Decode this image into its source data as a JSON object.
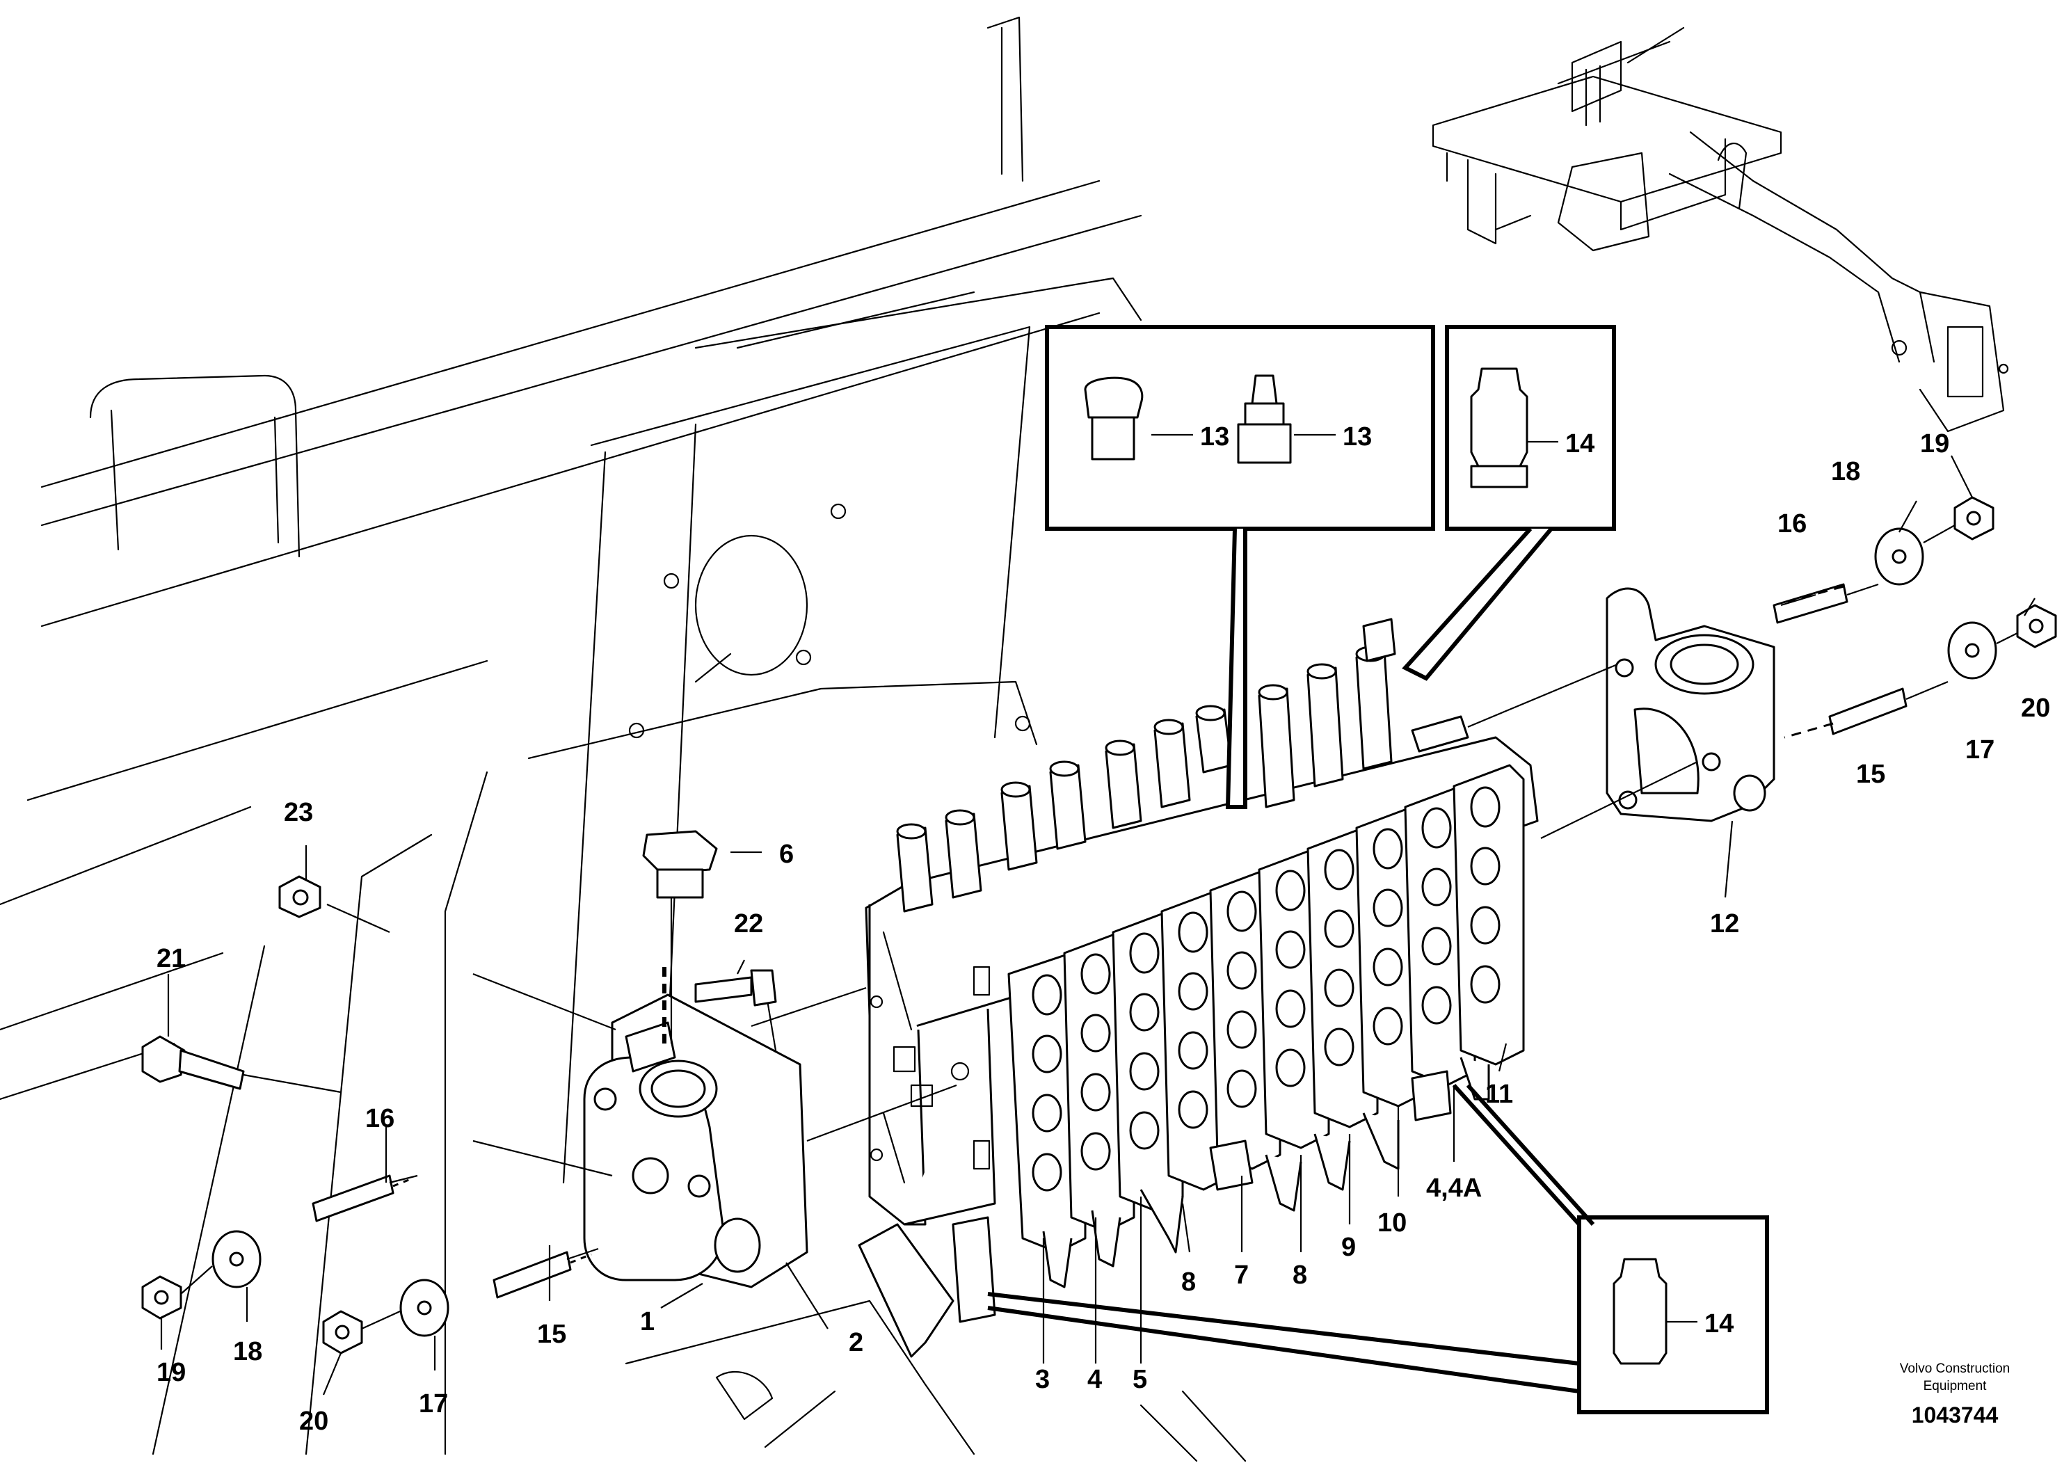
{
  "callouts": {
    "c1": "1",
    "c2": "2",
    "c3": "3",
    "c4": "4",
    "c5": "5",
    "c6": "6",
    "c7": "7",
    "c8a": "8",
    "c8b": "8",
    "c9": "9",
    "c10": "10",
    "c11": "11",
    "c12": "12",
    "c13a": "13",
    "c13b": "13",
    "c14a": "14",
    "c14b": "14",
    "c15a": "15",
    "c15b": "15",
    "c16a": "16",
    "c16b": "16",
    "c17a": "17",
    "c17b": "17",
    "c18a": "18",
    "c18b": "18",
    "c19a": "19",
    "c19b": "19",
    "c20a": "20",
    "c20b": "20",
    "c21": "21",
    "c22": "22",
    "c23": "23",
    "c44a": "4,4A"
  },
  "credit": {
    "line1": "Volvo Construction",
    "line2": "Equipment"
  },
  "document_number": "1043744"
}
